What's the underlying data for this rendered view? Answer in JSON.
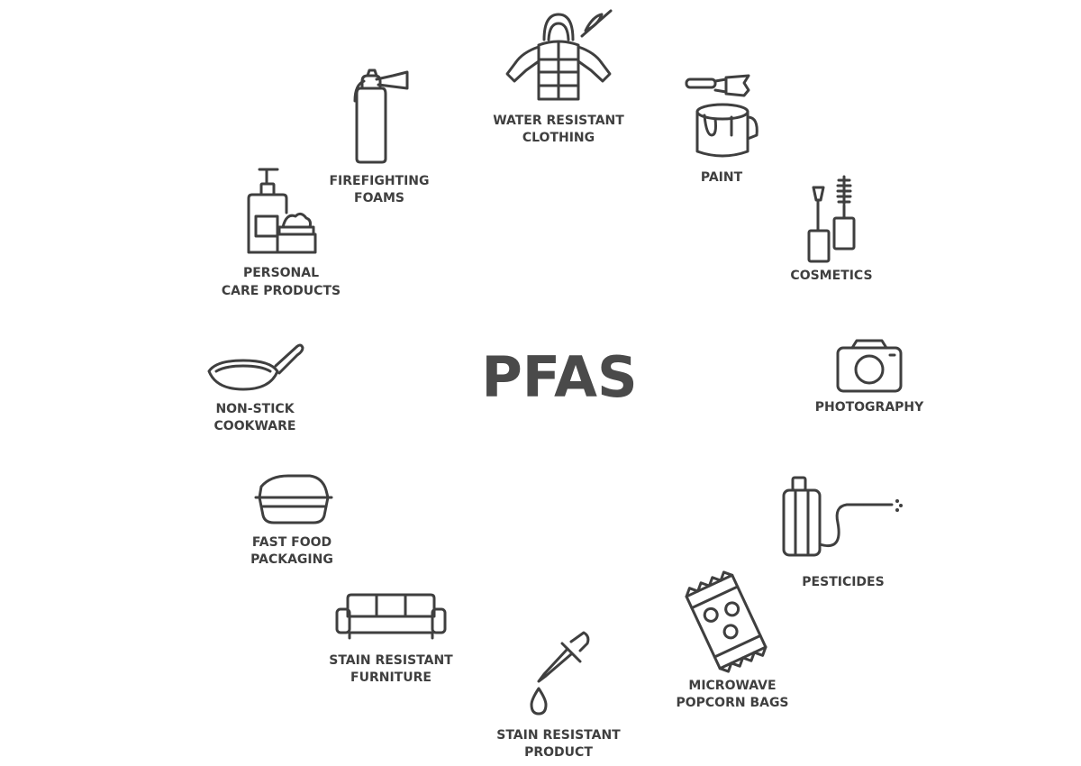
{
  "title": "PFAS",
  "labels": {
    "water_resistant_clothing": [
      "WATER RESISTANT",
      "CLOTHING"
    ],
    "paint": [
      "PAINT"
    ],
    "cosmetics": [
      "COSMETICS"
    ],
    "photography": [
      "PHOTOGRAPHY"
    ],
    "pesticides": [
      "PESTICIDES"
    ],
    "microwave_popcorn_bags": [
      "MICROWAVE",
      "POPCORN BAGS"
    ],
    "stain_resistant_product": [
      "STAIN RESISTANT",
      "PRODUCT"
    ],
    "stain_resistant_furniture": [
      "STAIN RESISTANT",
      "FURNITURE"
    ],
    "fast_food_packaging": [
      "FAST FOOD",
      "PACKAGING"
    ],
    "non_stick_cookware": [
      "NON-STICK",
      "COOKWARE"
    ],
    "personal_care_products": [
      "PERSONAL",
      "CARE PRODUCTS"
    ],
    "firefighting_foams": [
      "FIREFIGHTING",
      "FOAMS"
    ]
  },
  "icons": {
    "water_resistant_clothing": "jacket-icon",
    "paint": "paint-can-icon",
    "cosmetics": "cosmetics-icon",
    "photography": "camera-icon",
    "pesticides": "sprayer-icon",
    "microwave_popcorn_bags": "popcorn-bag-icon",
    "stain_resistant_product": "dropper-icon",
    "stain_resistant_furniture": "sofa-icon",
    "fast_food_packaging": "food-box-icon",
    "non_stick_cookware": "frying-pan-icon",
    "personal_care_products": "lotion-bottle-icon",
    "firefighting_foams": "fire-extinguisher-icon"
  },
  "colors": {
    "icon_stroke": "#3f3f3f",
    "title": "#4a4a4a",
    "background": "#ffffff"
  }
}
